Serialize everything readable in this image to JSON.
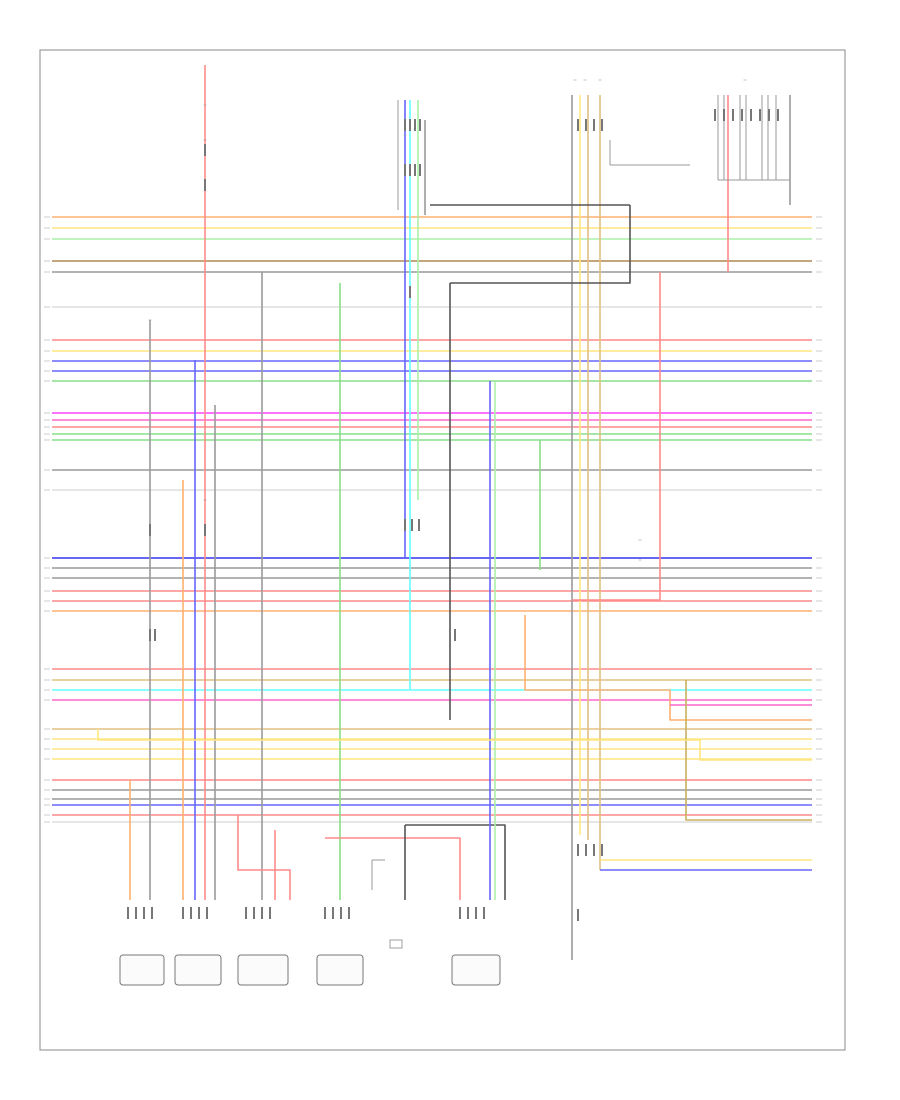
{
  "diagram": {
    "footer_code": "",
    "line_colors": {
      "red": "#ff8a8a",
      "pink": "#ff66cc",
      "magenta": "#ff44ff",
      "orange": "#ffb070",
      "yellow": "#ffe680",
      "tan": "#e0c080",
      "green": "#88dd88",
      "lightgreen": "#aaf0aa",
      "blue": "#6666ff",
      "darkblue": "#3333ee",
      "cyan": "#66ffff",
      "gray": "#9a9a9a",
      "black": "#555555",
      "brown": "#b08850",
      "olive": "#c8b060",
      "white": "#dddddd"
    },
    "components": [
      {
        "id": "c1",
        "label": ""
      },
      {
        "id": "c2",
        "label": ""
      },
      {
        "id": "c3",
        "label": ""
      },
      {
        "id": "c4",
        "label": ""
      },
      {
        "id": "c5",
        "label": ""
      },
      {
        "id": "c6",
        "label": ""
      },
      {
        "id": "c7",
        "label": ""
      }
    ]
  }
}
